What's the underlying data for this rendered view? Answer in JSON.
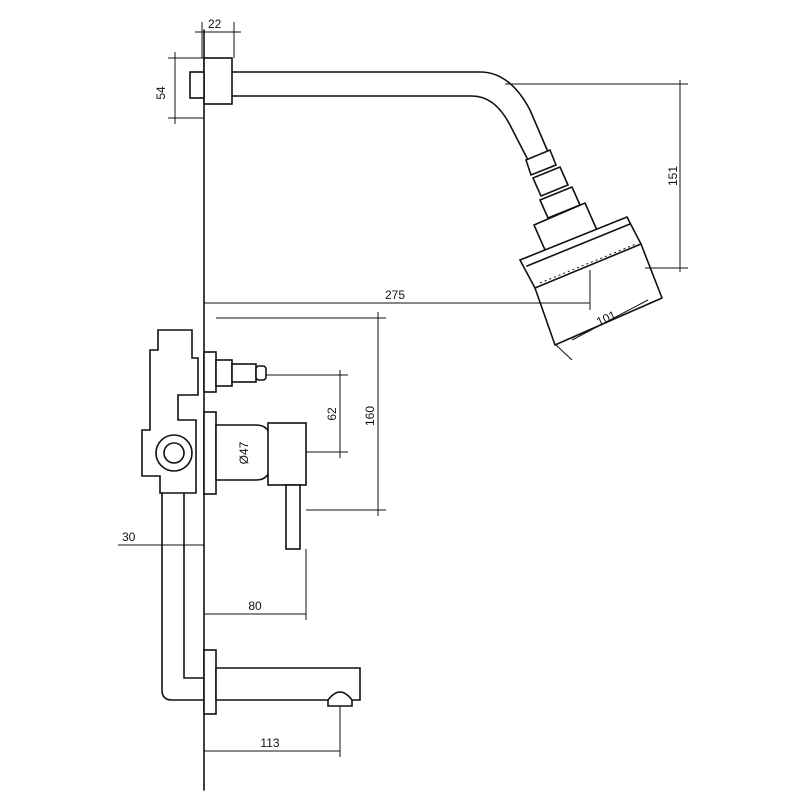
{
  "dimensions": {
    "wall_thickness": "22",
    "flange_height": "54",
    "shower_drop": "151",
    "shower_reach": "275",
    "head_diameter": "101",
    "body_height": "160",
    "outlet_offset": "62",
    "handle_diameter": "Ø47",
    "handle_projection": "80",
    "pipe_offset": "30",
    "spout_projection": "113"
  }
}
